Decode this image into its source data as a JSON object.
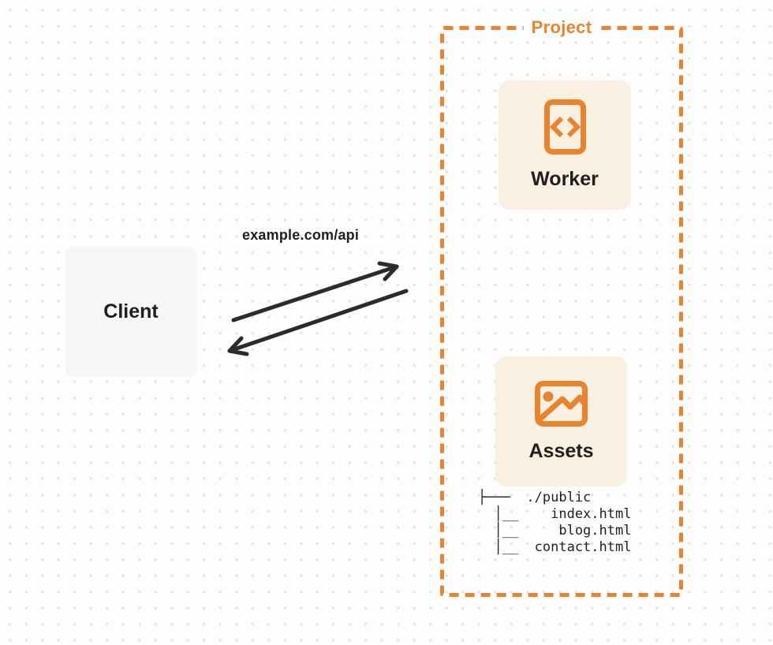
{
  "diagram": {
    "client": {
      "label": "Client"
    },
    "request": {
      "url_label": "example.com/api"
    },
    "project": {
      "label": "Project",
      "nodes": {
        "worker": {
          "label": "Worker",
          "icon": "code-file-icon"
        },
        "assets": {
          "label": "Assets",
          "icon": "image-icon"
        }
      },
      "file_tree": {
        "lines": [
          "├───  ./public",
          "  │__    index.html",
          "  │__     blog.html",
          "  │__  contact.html"
        ]
      }
    },
    "colors": {
      "accent_orange": "#E8832F",
      "card_cream": "#FAF0E2",
      "client_gray": "#F6F6F6",
      "arrow_dark": "#2B2B2B",
      "text_dark": "#1F1F1F",
      "background": "#FDFDFD",
      "dot_color": "#E4E4E4"
    }
  }
}
